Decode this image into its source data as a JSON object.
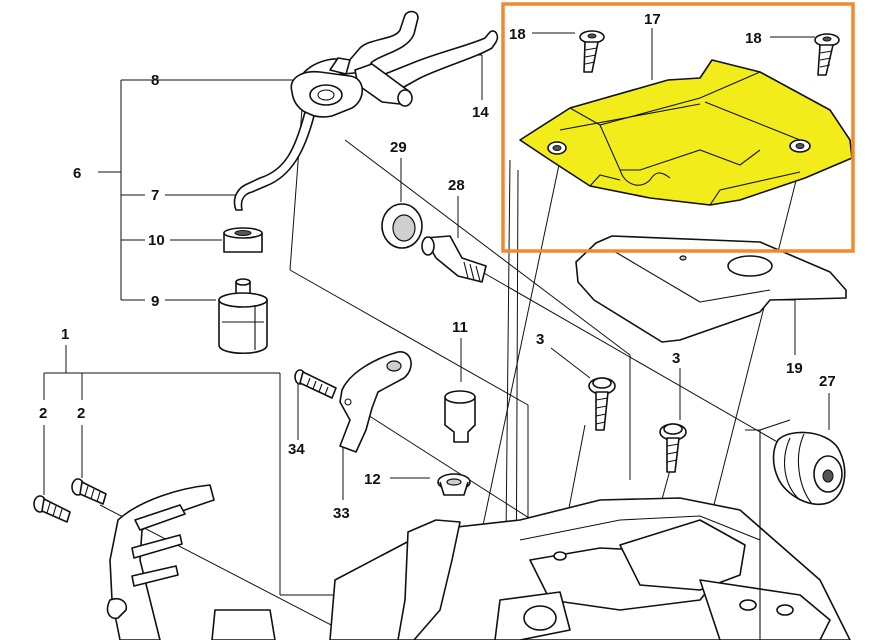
{
  "labels": {
    "p1": "1",
    "p2a": "2",
    "p2b": "2",
    "p3a": "3",
    "p3b": "3",
    "p6": "6",
    "p7": "7",
    "p8": "8",
    "p9": "9",
    "p10": "10",
    "p11": "11",
    "p12": "12",
    "p14": "14",
    "p17": "17",
    "p18a": "18",
    "p18b": "18",
    "p19": "19",
    "p27": "27",
    "p28": "28",
    "p29": "29",
    "p33": "33",
    "p34": "34"
  },
  "highlight": {
    "fill_color": "#f2ec1a",
    "frame_color": "#f08a2c"
  }
}
